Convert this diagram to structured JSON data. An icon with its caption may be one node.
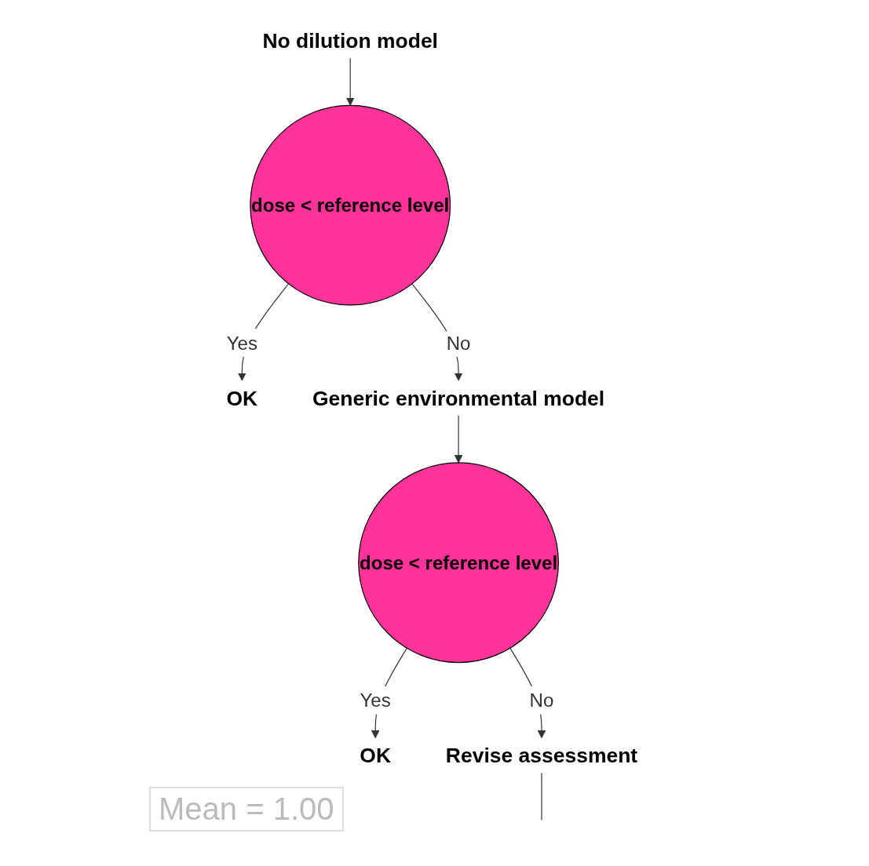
{
  "diagram": {
    "nodes": [
      {
        "text": [
          "No dilution model"
        ]
      },
      {
        "text": [
          "dose < reference level"
        ]
      },
      {
        "text": [
          "OK"
        ]
      },
      {
        "text": [
          "Generic environmental model"
        ]
      },
      {
        "text": [
          "dose < reference level"
        ]
      },
      {
        "text": [
          "OK"
        ]
      },
      {
        "text": [
          "Revise assessment"
        ]
      }
    ],
    "edges": [
      {
        "from": 0,
        "to": 1,
        "arrow": "to"
      },
      {
        "from": 1,
        "to": 2,
        "arrow": "to",
        "label": "Yes"
      },
      {
        "from": 1,
        "to": 3,
        "arrow": "to",
        "label": "No"
      },
      {
        "from": 3,
        "to": 4,
        "arrow": "to"
      },
      {
        "from": 4,
        "to": 5,
        "arrow": "to",
        "label": "Yes"
      },
      {
        "from": 4,
        "to": 6,
        "arrow": "to",
        "label": "No"
      },
      {
        "from": 6,
        "to": null,
        "arrow": "none"
      }
    ],
    "labels": [
      "Mean = 1.00"
    ]
  }
}
